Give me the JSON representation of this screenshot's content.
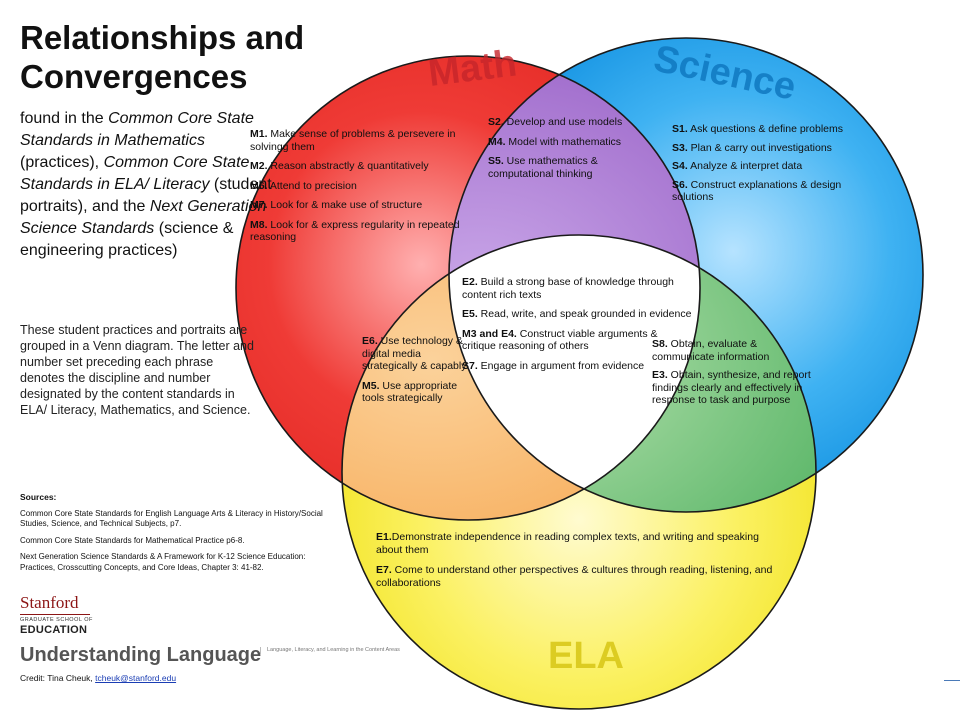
{
  "title_line1": "Relationships and",
  "title_line2": "Convergences",
  "intro": [
    {
      "t": "found in the ",
      "i": false
    },
    {
      "t": "Common Core State Standards in Mathematics",
      "i": true
    },
    {
      "t": " (practices), ",
      "i": false
    },
    {
      "t": "Common Core State Standards in ELA/ Literacy",
      "i": true
    },
    {
      "t": " (student portraits), and the ",
      "i": false
    },
    {
      "t": "Next Generation Science Standards",
      "i": true
    },
    {
      "t": " (science & engineering practices)",
      "i": false
    }
  ],
  "description": "These student practices and portraits are grouped in a Venn diagram. The letter and number set preceding each phrase denotes the discipline and number designated by the content standards in ELA/ Literacy, Mathematics, and Science.",
  "sources": {
    "heading": "Sources:",
    "items": [
      "Common Core State Standards for English Language Arts & Literacy in History/Social Studies, Science, and Technical Subjects, p7.",
      "Common Core State Standards for Mathematical Practice p6-8.",
      "Next Generation Science Standards & A Framework for K-12 Science Education: Practices, Crosscutting Concepts, and Core Ideas, Chapter 3: 41-82."
    ]
  },
  "stanford": {
    "name": "Stanford",
    "line2": "GRADUATE SCHOOL OF",
    "line3": "EDUCATION"
  },
  "ul_logo": {
    "name": "Understanding Language",
    "tagline": "Language, Literacy, and Learning in the Content Areas"
  },
  "credit": {
    "prefix": "Credit: Tina Cheuk, ",
    "email": "tcheuk@stanford.edu"
  },
  "colors": {
    "math": "#ef3b36",
    "science": "#1aa3ee",
    "ela": "#f7ec2a",
    "math_science": "#8a47bd",
    "math_ela": "#f8992a",
    "science_ela": "#2aa644",
    "center": "#ffffff"
  },
  "circle_labels": {
    "math": "Math",
    "science": "Science",
    "ela": "ELA"
  },
  "regions": {
    "math": [
      {
        "code": "M1.",
        "text": " Make sense of problems & persevere in solvingg them"
      },
      {
        "code": "M2.",
        "text": " Reason abstractly & quantitatively"
      },
      {
        "code": "M6.",
        "text": " Attend to precision"
      },
      {
        "code": "M7.",
        "text": " Look for & make use of structure"
      },
      {
        "code": "M8.",
        "text": " Look for & express regularity in repeated reasoning"
      }
    ],
    "math_science": [
      {
        "code": "S2.",
        "text": " Develop and use models"
      },
      {
        "code": "M4.",
        "text": " Model with mathematics"
      },
      {
        "code": "S5.",
        "text": " Use mathematics & computational thinking"
      }
    ],
    "science": [
      {
        "code": "S1.",
        "text": " Ask questions & define problems"
      },
      {
        "code": "S3.",
        "text": " Plan & carry out investigations"
      },
      {
        "code": "S4.",
        "text": " Analyze & interpret data"
      },
      {
        "code": "S6.",
        "text": " Construct explanations & design solutions"
      }
    ],
    "center": [
      {
        "code": "E2.",
        "text": " Build a strong base of knowledge through content rich texts"
      },
      {
        "code": "E5.",
        "text": " Read, write, and speak grounded in evidence"
      },
      {
        "code": "M3 and E4.",
        "text": " Construct viable arguments & critique reasoning of others"
      },
      {
        "code": "S7.",
        "text": " Engage in argument from evidence"
      }
    ],
    "math_ela": [
      {
        "code": "E6.",
        "text": " Use technology & digital media strategically & capably"
      },
      {
        "code": "M5.",
        "text": " Use appropriate tools strategically"
      }
    ],
    "science_ela": [
      {
        "code": "S8.",
        "text": " Obtain, evaluate & communicate information"
      },
      {
        "code": "E3.",
        "text": " Obtain, synthesize, and report findings clearly and effectively in response to task and purpose"
      }
    ],
    "ela": [
      {
        "code": "E1.",
        "text": "Demonstrate independence in reading complex texts, and writing and speaking about them"
      },
      {
        "code": "E7.",
        "text": " Come to understand other perspectives & cultures through reading, listening, and collaborations"
      }
    ]
  }
}
